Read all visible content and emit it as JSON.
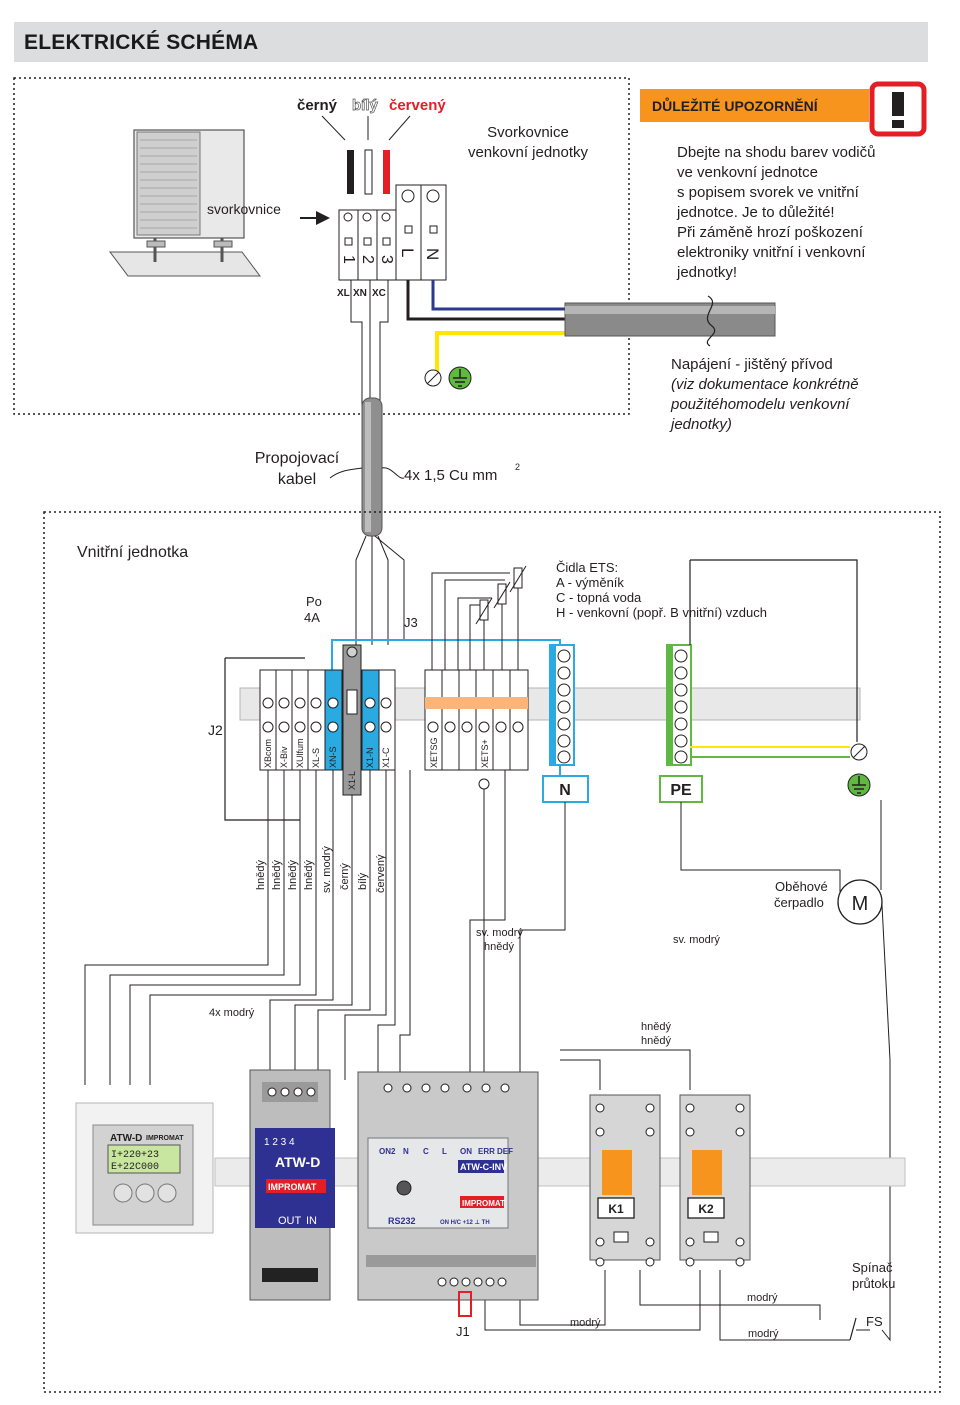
{
  "header": {
    "title": "ELEKTRICKÉ SCHÉMA"
  },
  "outdoor": {
    "unit_label": "svorkovnice",
    "wire_colors": {
      "black": "černý",
      "white": "bílý",
      "red": "červený"
    },
    "terminal_title_line1": "Svorkovnice",
    "terminal_title_line2": "venkovní jednotky",
    "terminals": [
      "1",
      "2",
      "3",
      "L",
      "N"
    ],
    "terminal_names": [
      "XL",
      "XN",
      "XC"
    ]
  },
  "warning": {
    "title": "DŮLEŽITÉ UPOZORNĚNÍ",
    "lines": [
      "Dbejte na shodu barev vodičů",
      "ve venkovní jednotce",
      "s popisem svorek ve vnitřní",
      "jednotce. Je to důležité!",
      "Při záměně hrozí poškození",
      "elektroniky vnitřní i venkovní",
      "jednotky!"
    ]
  },
  "power": {
    "lines": [
      "Napájení - jištěný přívod",
      "(viz dokumentace konkrétně",
      "použitéhomodelu venkovní",
      "jednotky)"
    ]
  },
  "cable": {
    "label_line1": "Propojovací",
    "label_line2": "kabel",
    "spec": "4x 1,5 Cu mm",
    "spec_sup": "2"
  },
  "indoor": {
    "title": "Vnitřní jednotka",
    "fuse_line1": "Po",
    "fuse_line2": "4A",
    "j3": "J3",
    "j2": "J2",
    "sensors": [
      "Čidla ETS:",
      "A - výměník",
      "C - topná voda",
      "H - venkovní (popř. B vnitřní) vzduch"
    ],
    "terminal_labels": [
      "XBcom",
      "X-Biv",
      "XUlfum",
      "XL-S",
      "XN-S",
      "X1-L",
      "X1-N",
      "X1-C",
      "XETSG",
      "XETS+"
    ],
    "bus_n": "N",
    "bus_pe": "PE"
  },
  "wires": {
    "vertical": [
      "hnědý",
      "hnědý",
      "hnědý",
      "hnědý",
      "sv. modrý",
      "černý",
      "bílý",
      "červený"
    ],
    "svmodry_hnedy_1": "sv. modrý",
    "svmodry_hnedy_2": "hnědý",
    "svmodry_right": "sv. modrý",
    "four_blue": "4x modrý",
    "hnedy_a": "hnědý",
    "hnedy_b": "hnědý",
    "modry_1": "modrý",
    "modry_2": "modrý",
    "modry_3": "modrý"
  },
  "pump": {
    "line1": "Oběhové",
    "line2": "čerpadlo",
    "symbol": "M"
  },
  "modules": {
    "controller_brand": "ATW-D",
    "controller_maker": "IMPROMAT",
    "controller_display": [
      "I+220+23",
      "E+22C000"
    ],
    "atwd_terminals": "1  2  3  4",
    "atwd_name": "ATW-D",
    "atwd_brand": "IMPROMAT",
    "atwd_out": "OUT",
    "atwd_in": "IN",
    "inv_top": [
      "ON2",
      "N",
      "C",
      "L",
      "ON",
      "ERR",
      "DEF"
    ],
    "inv_name": "ATW-C-INV",
    "inv_brand": "IMPROMAT",
    "inv_rs": "RS232",
    "inv_bottom": "ON H/C  +12  ⊥  TH",
    "j1": "J1",
    "relay1": "K1",
    "relay2": "K2"
  },
  "switch": {
    "line1": "Spínač",
    "line2": "průtoku",
    "symbol": "FS"
  }
}
